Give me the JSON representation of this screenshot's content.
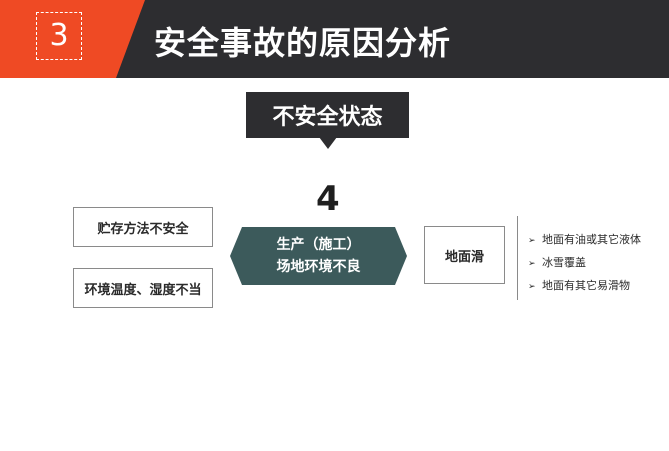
{
  "header": {
    "number": "3",
    "title": "安全事故的原因分析"
  },
  "state_label": "不安全状态",
  "index_number": "4",
  "left_causes": [
    "贮存方法不安全",
    "环境温度、湿度不当"
  ],
  "center": {
    "line1": "生产（施工）",
    "line2": "场地环境不良"
  },
  "right_box": "地面滑",
  "bullets": [
    "地面有油或其它液体",
    "冰雪覆盖",
    "地面有其它易滑物"
  ],
  "colors": {
    "header_bg": "#2d2d30",
    "accent": "#ef4a24",
    "center_shape": "#3c5a5b"
  },
  "icons": {
    "bullet": "arrowhead-bullet-icon"
  }
}
